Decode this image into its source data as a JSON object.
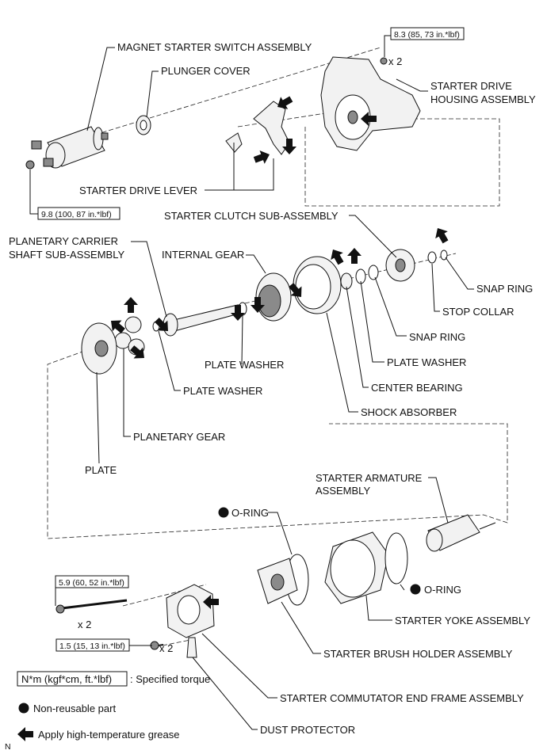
{
  "labels": {
    "magnet_switch": "MAGNET STARTER SWITCH ASSEMBLY",
    "plunger_cover": "PLUNGER COVER",
    "drive_housing_1": "STARTER DRIVE",
    "drive_housing_2": "HOUSING ASSEMBLY",
    "drive_lever": "STARTER DRIVE LEVER",
    "clutch": "STARTER CLUTCH SUB-ASSEMBLY",
    "carrier_1": "PLANETARY CARRIER",
    "carrier_2": "SHAFT SUB-ASSEMBLY",
    "internal_gear": "INTERNAL GEAR",
    "snap_ring_top": "SNAP RING",
    "stop_collar": "STOP COLLAR",
    "snap_ring_mid": "SNAP RING",
    "plate_washer_right": "PLATE WASHER",
    "plate_washer_mid": "PLATE WASHER",
    "center_bearing": "CENTER BEARING",
    "plate_washer_left": "PLATE WASHER",
    "shock_absorber": "SHOCK ABSORBER",
    "planetary_gear": "PLANETARY GEAR",
    "plate": "PLATE",
    "armature_1": "STARTER ARMATURE",
    "armature_2": "ASSEMBLY",
    "oring_top": "O-RING",
    "oring_right": "O-RING",
    "yoke": "STARTER YOKE ASSEMBLY",
    "brush_holder": "STARTER BRUSH HOLDER ASSEMBLY",
    "commutator_frame": "STARTER COMMUTATOR END FRAME ASSEMBLY",
    "dust_protector": "DUST PROTECTOR"
  },
  "torques": {
    "housing_bolt": "8.3 (85, 73 in.*lbf)",
    "switch_nut": "9.8 (100, 87 in.*lbf)",
    "through_bolt": "5.9 (60, 52 in.*lbf)",
    "end_frame_screw": "1.5 (15, 13 in.*lbf)"
  },
  "counts": {
    "housing_bolt": "x 2",
    "through_bolt": "x 2",
    "end_frame_screw": "x 2"
  },
  "legend": {
    "torque_box": "N*m (kgf*cm, ft.*lbf)",
    "torque_text": ": Specified torque",
    "nonreusable": "Non-reusable part",
    "grease": "Apply high-temperature grease"
  },
  "corner_code": "N",
  "icons": [
    "non-reusable-dot-icon",
    "grease-arrow-icon"
  ],
  "colors": {
    "ink": "#111111",
    "part_fill": "#f2f2f2",
    "shade": "#8a8a8a"
  }
}
